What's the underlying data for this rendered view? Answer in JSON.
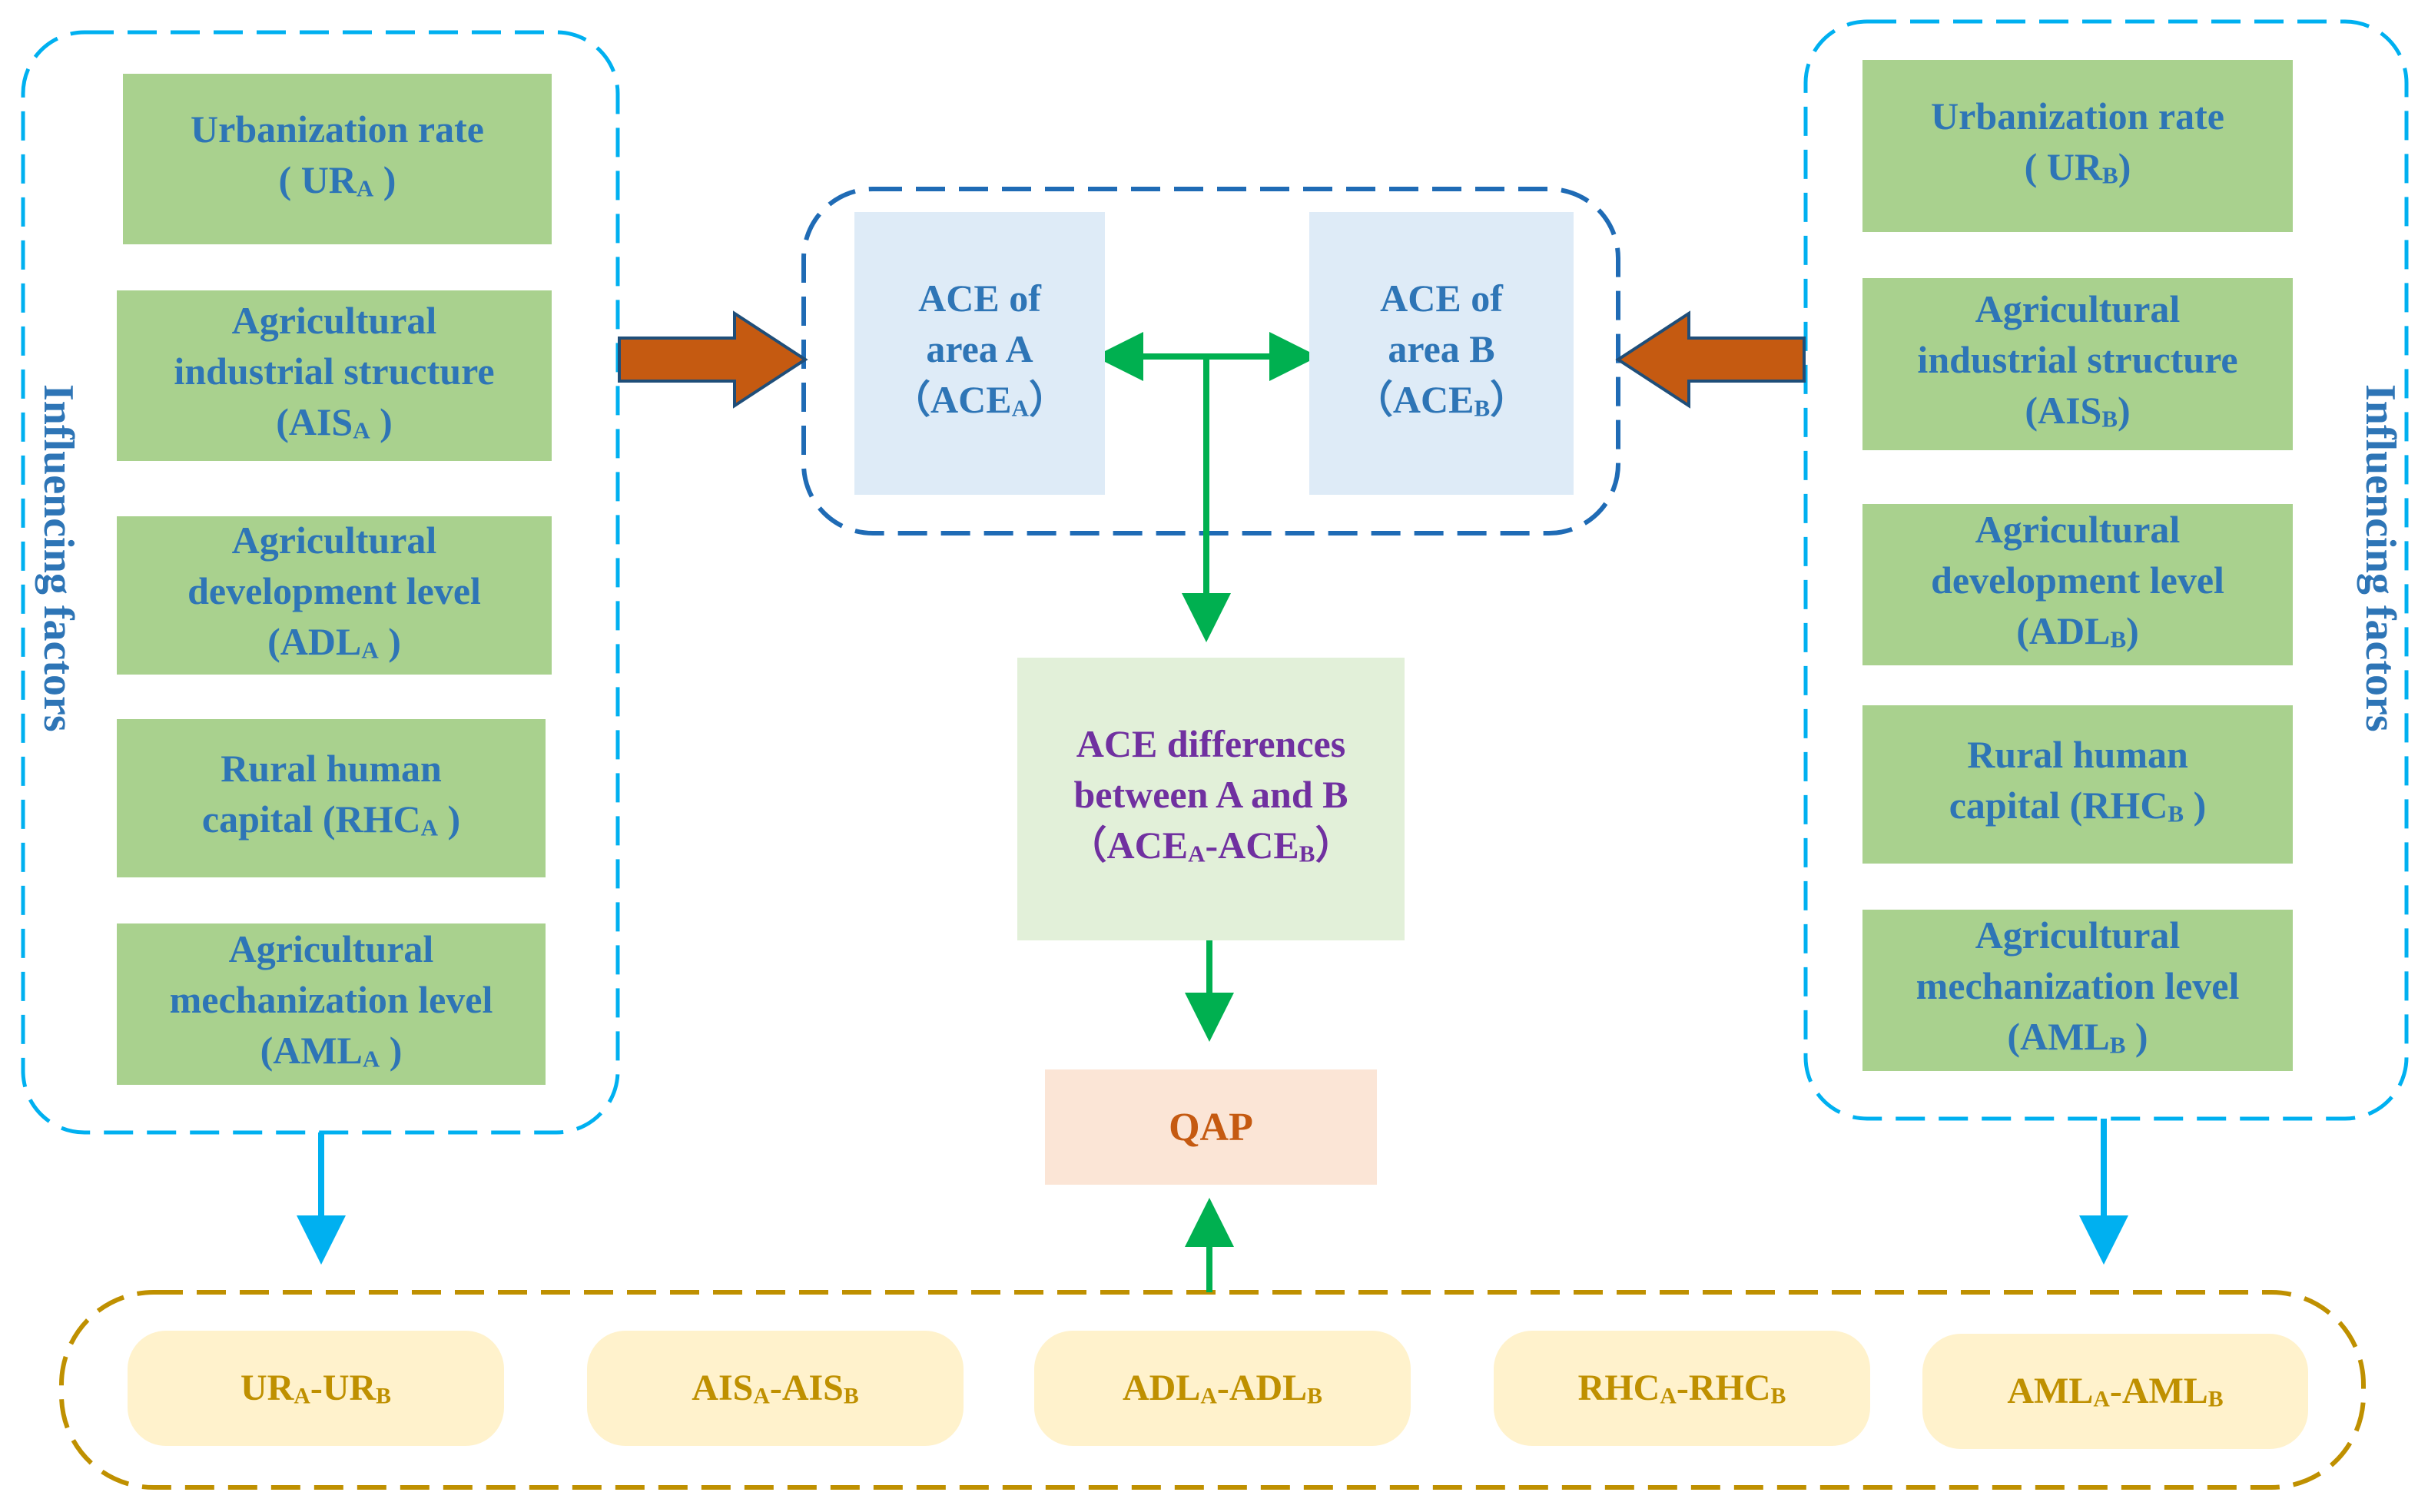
{
  "side_label": "Influencing factors",
  "left_factors": [
    {
      "line1": "Urbanization rate",
      "line2": "",
      "abbr": "UR",
      "sub": "A"
    },
    {
      "line1": "Agricultural",
      "line2": "industrial structure",
      "abbr": "AIS",
      "sub": "A"
    },
    {
      "line1": "Agricultural",
      "line2": "development level",
      "abbr": "ADL",
      "sub": "A"
    },
    {
      "line1": "Rural human",
      "line2": "capital",
      "abbr": "RHC",
      "sub": "A"
    },
    {
      "line1": "Agricultural",
      "line2": "mechanization level",
      "abbr": "AML",
      "sub": "A"
    }
  ],
  "right_factors": [
    {
      "line1": "Urbanization rate",
      "line2": "",
      "abbr": "UR",
      "sub": "B"
    },
    {
      "line1": "Agricultural",
      "line2": "industrial structure",
      "abbr": "AIS",
      "sub": "B"
    },
    {
      "line1": "Agricultural",
      "line2": "development level",
      "abbr": "ADL",
      "sub": "B"
    },
    {
      "line1": "Rural human",
      "line2": "capital",
      "abbr": "RHC",
      "sub": "B"
    },
    {
      "line1": "Agricultural",
      "line2": "mechanization level",
      "abbr": "AML",
      "sub": "B"
    }
  ],
  "ace_a": {
    "line1": "ACE of",
    "line2": "area A",
    "abbr": "ACE",
    "sub": "A"
  },
  "ace_b": {
    "line1": "ACE of",
    "line2": "area B",
    "abbr": "ACE",
    "sub": "B"
  },
  "ace_diff": {
    "line1": "ACE differences",
    "line2": "between A and B",
    "abbr": "ACE",
    "sub_a": "A",
    "sub_b": "B"
  },
  "qap": "QAP",
  "differences": [
    {
      "abbr": "UR",
      "sub_a": "A",
      "sub_b": "B"
    },
    {
      "abbr": "AIS",
      "sub_a": "A",
      "sub_b": "B"
    },
    {
      "abbr": "ADL",
      "sub_a": "A",
      "sub_b": "B"
    },
    {
      "abbr": "RHC",
      "sub_a": "A",
      "sub_b": "B"
    },
    {
      "abbr": "AML",
      "sub_a": "A",
      "sub_b": "B"
    }
  ],
  "colors": {
    "factor_fill": "#a9d18e",
    "factor_text": "#2e75b6",
    "ace_fill": "#deebf7",
    "diff_fill": "#e2f0d9",
    "diff_text": "#7030a0",
    "qap_fill": "#fbe5d6",
    "qap_text": "#c55a11",
    "pill_fill": "#fff2cc",
    "pill_text": "#bf9000",
    "group_border": "#00b0f0",
    "ace_border": "#1f6bb5",
    "bottom_border": "#bf9000",
    "green_arrow": "#00b050",
    "orange_arrow": "#c55a11",
    "blue_arrow": "#00b0f0"
  }
}
